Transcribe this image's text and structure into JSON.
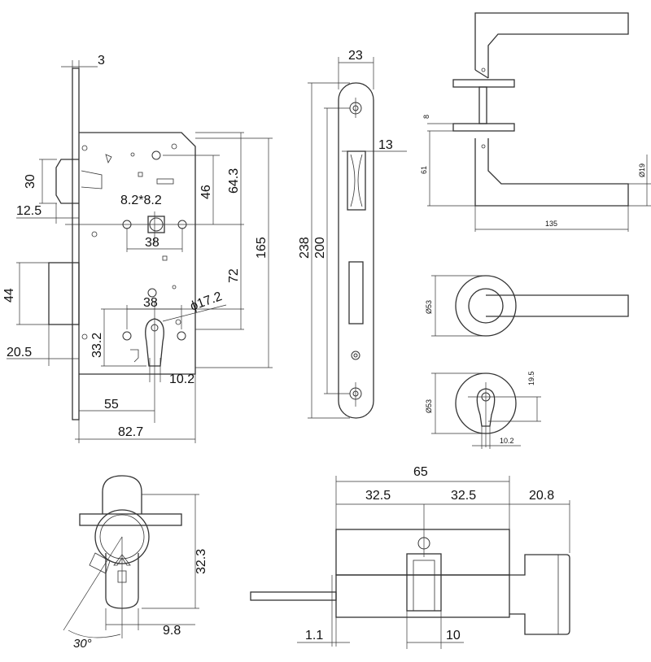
{
  "lock_body": {
    "dim_3": "3",
    "dim_30": "30",
    "dim_12_5": "12.5",
    "dim_44": "44",
    "dim_20_5": "20.5",
    "dim_8_2_8_2": "8.2*8.2",
    "dim_38_top": "38",
    "dim_46": "46",
    "dim_64_3": "64.3",
    "dim_165": "165",
    "dim_72": "72",
    "dim_38_bottom": "38",
    "dim_17_2": "ϕ17.2",
    "dim_33_2": "33.2",
    "dim_10_2": "10.2",
    "dim_55": "55",
    "dim_82_7": "82.7"
  },
  "faceplate": {
    "dim_23": "23",
    "dim_13": "13",
    "dim_238": "238",
    "dim_200": "200"
  },
  "handle": {
    "dim_8": "8",
    "dim_61": "61",
    "dim_19": "Ø19",
    "dim_135": "135",
    "dim_53_rose": "Ø53",
    "dim_53_escutcheon": "Ø53",
    "dim_19_5": "19.5",
    "dim_10_2": "10.2"
  },
  "cylinder_side": {
    "dim_32_3": "32.3",
    "dim_9_8": "9.8",
    "dim_30_deg": "30°"
  },
  "cylinder": {
    "dim_65": "65",
    "dim_32_5_left": "32.5",
    "dim_32_5_right": "32.5",
    "dim_20_8": "20.8",
    "dim_1_1": "1.1",
    "dim_10": "10"
  }
}
